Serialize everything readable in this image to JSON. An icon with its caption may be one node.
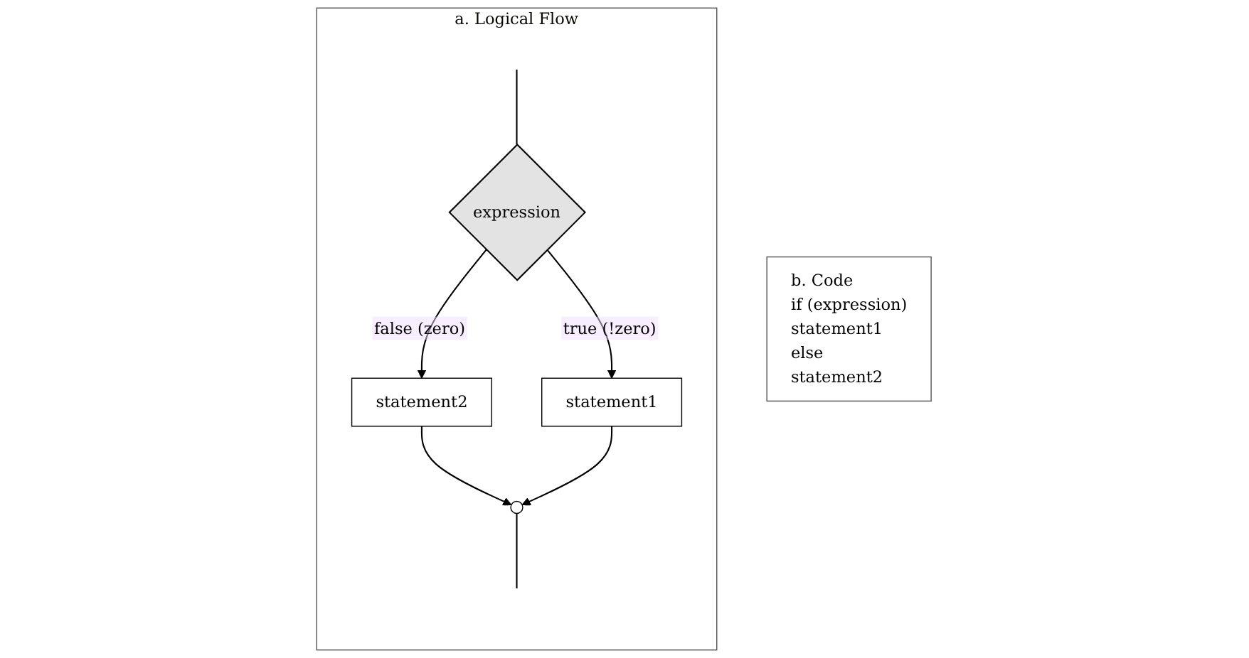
{
  "diagram": {
    "nodes": [
      {
        "text": [
          "a. Logical Flow"
        ]
      },
      {
        "text": [
          "expression"
        ],
        "in": 0
      },
      {
        "text": [
          "statement2"
        ],
        "in": 0
      },
      {
        "text": [
          "statement1"
        ],
        "in": 0
      },
      {
        "text": [],
        "shape": "circle",
        "in": 0
      },
      {
        "text": [
          "b. Code",
          "if (expression)",
          "statement1",
          "else",
          "statement2"
        ]
      }
    ],
    "edges": [
      {
        "from": null,
        "to": 1,
        "arrow": "none"
      },
      {
        "from": 1,
        "to": 2,
        "arrow": "to",
        "label": "false (zero)"
      },
      {
        "from": 1,
        "to": 3,
        "arrow": "to",
        "label": "true (!zero)"
      },
      {
        "from": 2,
        "to": 4,
        "arrow": "to"
      },
      {
        "from": 3,
        "to": 4,
        "arrow": "to"
      },
      {
        "from": 4,
        "to": null,
        "arrow": "none"
      }
    ]
  }
}
